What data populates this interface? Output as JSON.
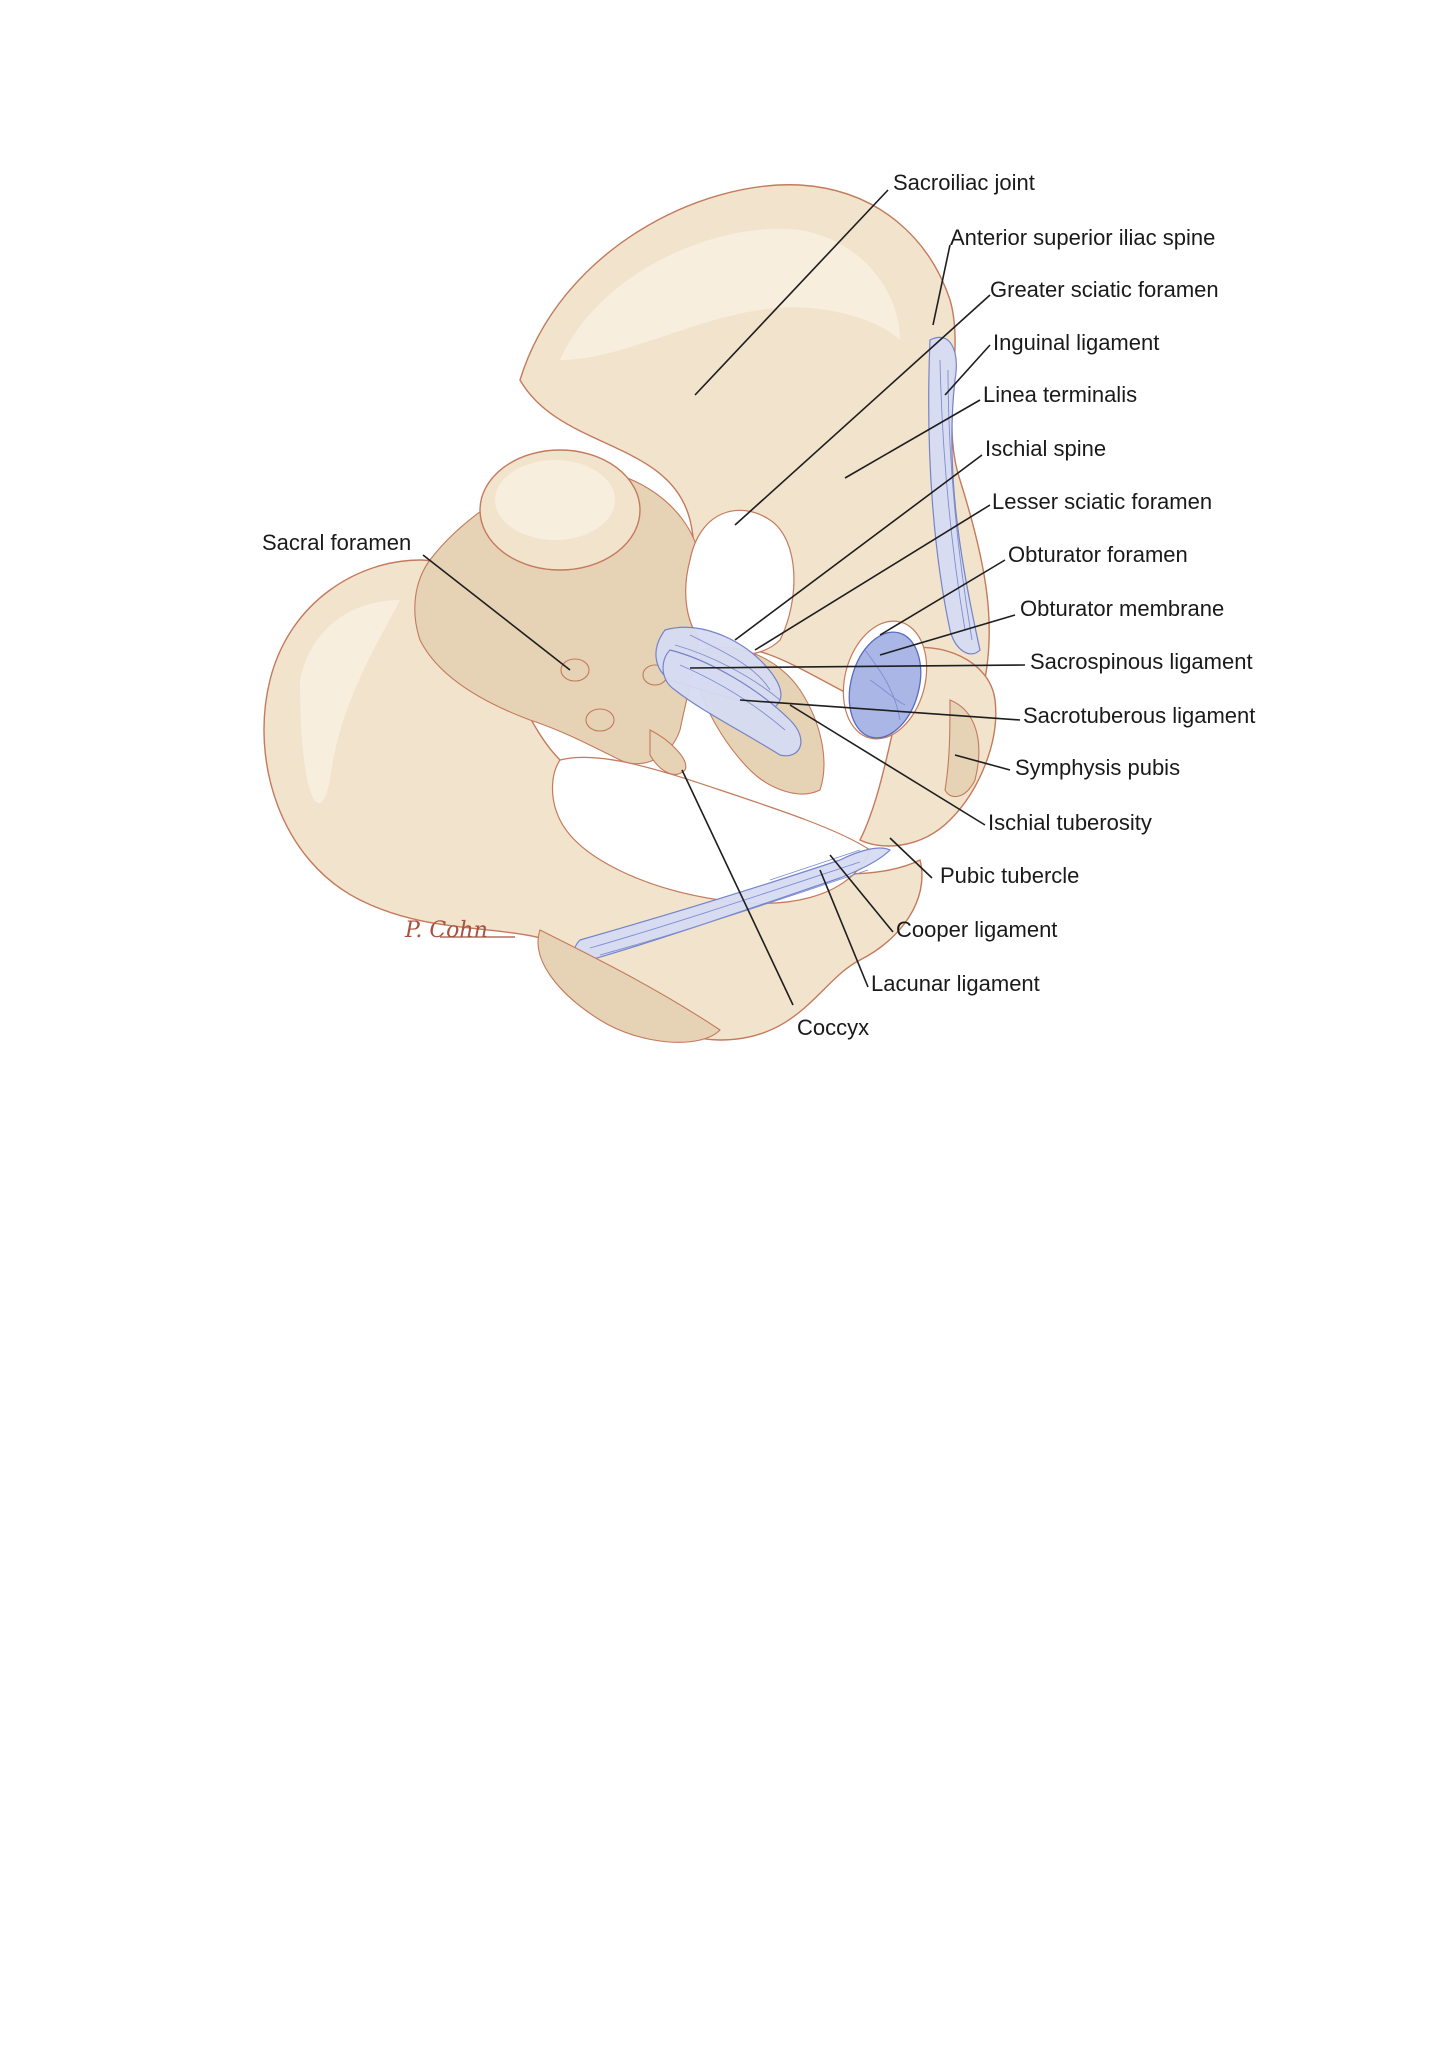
{
  "figure": {
    "signature": "P. Cohn",
    "labels": {
      "sacroiliac_joint": "Sacroiliac joint",
      "anterior_superior_iliac_spine": "Anterior superior iliac spine",
      "greater_sciatic_foramen": "Greater sciatic foramen",
      "inguinal_ligament": "Inguinal ligament",
      "linea_terminalis": "Linea terminalis",
      "ischial_spine": "Ischial spine",
      "lesser_sciatic_foramen": "Lesser sciatic foramen",
      "obturator_foramen": "Obturator foramen",
      "obturator_membrane": "Obturator membrane",
      "sacrospinous_ligament": "Sacrospinous ligament",
      "sacrotuberous_ligament": "Sacrotuberous ligament",
      "symphysis_pubis": "Symphysis pubis",
      "ischial_tuberosity": "Ischial tuberosity",
      "pubic_tubercle": "Pubic tubercle",
      "cooper_ligament": "Cooper ligament",
      "lacunar_ligament": "Lacunar ligament",
      "coccyx": "Coccyx",
      "sacral_foramen": "Sacral foramen"
    }
  }
}
